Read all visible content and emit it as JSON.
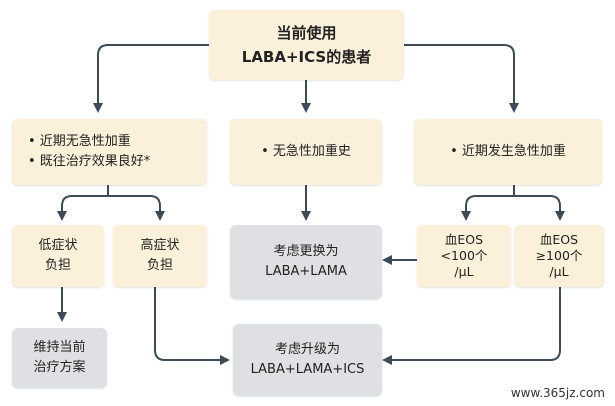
{
  "root": {
    "line1": "当前使用",
    "line2": "LABA+ICS的患者"
  },
  "branch_left": {
    "item1": "•  近期无急性加重",
    "item2": "•  既往治疗效果良好*"
  },
  "branch_middle": {
    "item1": "•  无急性加重史"
  },
  "branch_right": {
    "item1": "•  近期发生急性加重"
  },
  "low_symptom": {
    "line1": "低症状",
    "line2": "负担"
  },
  "high_symptom": {
    "line1": "高症状",
    "line2": "负担"
  },
  "eos_low": {
    "line1": "血EOS",
    "line2": "<100个",
    "line3": "/μL"
  },
  "eos_high": {
    "line1": "血EOS",
    "line2": "≥100个",
    "line3": "/μL"
  },
  "outcome_laba_lama": {
    "line1": "考虑更换为",
    "line2": "LABA+LAMA"
  },
  "outcome_maintain": {
    "line1": "维持当前",
    "line2": "治疗方案"
  },
  "outcome_triple": {
    "line1": "考虑升级为",
    "line2": "LABA+LAMA+ICS"
  },
  "watermark": "www.365jz.com",
  "colors": {
    "cream": "#fbf0d9",
    "gray": "#dfe0e4",
    "connector": "#3d4a57"
  }
}
